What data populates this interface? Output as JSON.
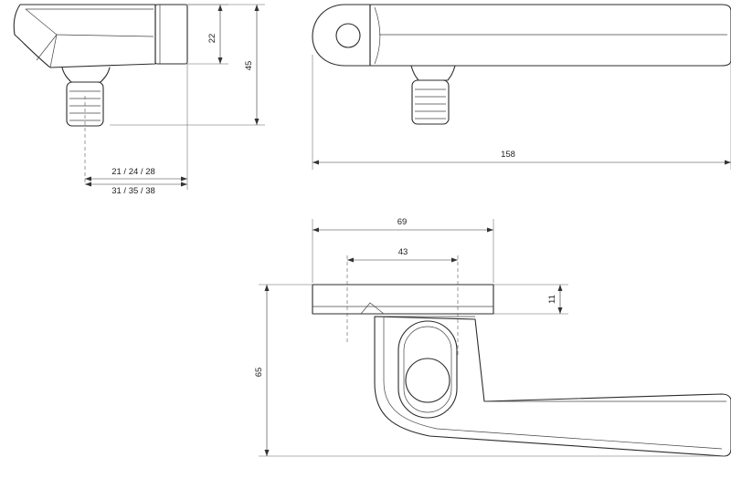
{
  "dimensions": {
    "side_height_top": "22",
    "side_height_total": "45",
    "spindle_offset_short": "21 / 24 / 28",
    "spindle_offset_long": "31 / 35 / 38",
    "lever_length": "158",
    "rose_width": "69",
    "hole_spacing": "43",
    "rose_thickness": "11",
    "total_height": "65"
  }
}
